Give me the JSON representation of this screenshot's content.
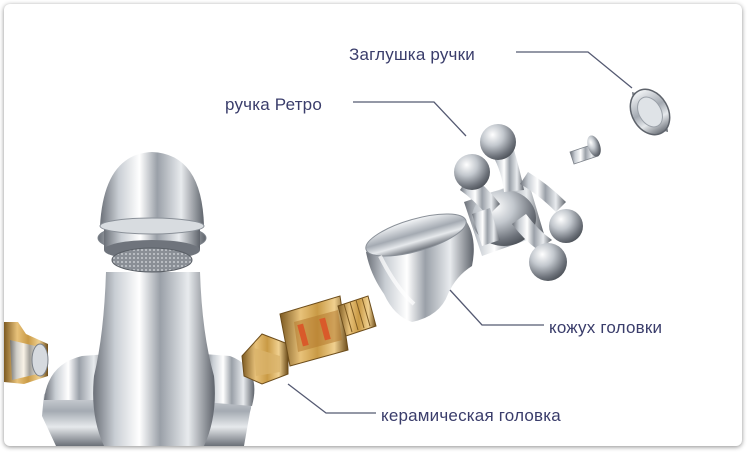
{
  "labels": {
    "handle_cap": "Заглушка ручки",
    "retro_handle": "ручка Ретро",
    "head_cover": "кожух головки",
    "ceramic_cartridge": "керамическая головка"
  },
  "colors": {
    "label_text": "#3a3d6b",
    "leader_line": "#555a72",
    "chrome_dark": "#6b7078",
    "chrome_light": "#f4f6f8",
    "brass": "#c99a45"
  }
}
